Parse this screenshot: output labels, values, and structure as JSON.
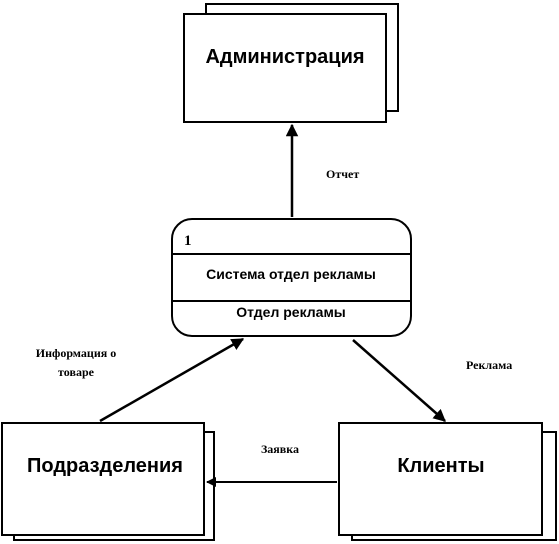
{
  "entities": {
    "administration": {
      "label": "Администрация"
    },
    "departments": {
      "label": "Подразделения"
    },
    "clients": {
      "label": "Клиенты"
    }
  },
  "process": {
    "number": "1",
    "title": "Система отдел рекламы",
    "owner": "Отдел рекламы"
  },
  "flows": {
    "report": "Отчет",
    "product_info_line1": "Информация о",
    "product_info_line2": "товаре",
    "advertising": "Реклама",
    "request": "Заявка"
  }
}
